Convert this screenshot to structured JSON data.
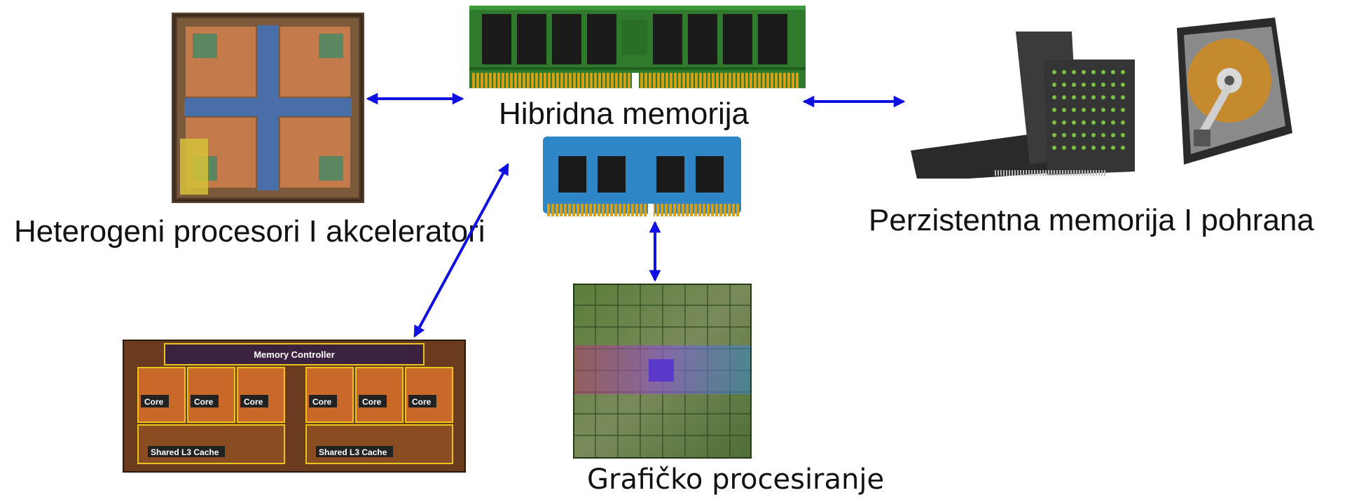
{
  "labels": {
    "hybrid_memory": "Hibridna memorija",
    "processors": "Heterogeni procesori I akceleratori",
    "persistent": "Perzistentna memorija I pohrana",
    "graphics": "Grafičko procesiranje"
  },
  "die_labels": {
    "memory_controller": "Memory Controller",
    "cores": [
      "Core",
      "Core",
      "Core",
      "Core",
      "Core",
      "Core"
    ],
    "shared_cache": [
      "Shared L3 Cache",
      "Shared L3 Cache"
    ]
  },
  "colors": {
    "arrow": "#1010e0",
    "ram_pcb": "#2e7d2e",
    "sodimm_pcb": "#2a7fc4",
    "chip": "#1c1c1c",
    "gold": "#d4a017"
  }
}
